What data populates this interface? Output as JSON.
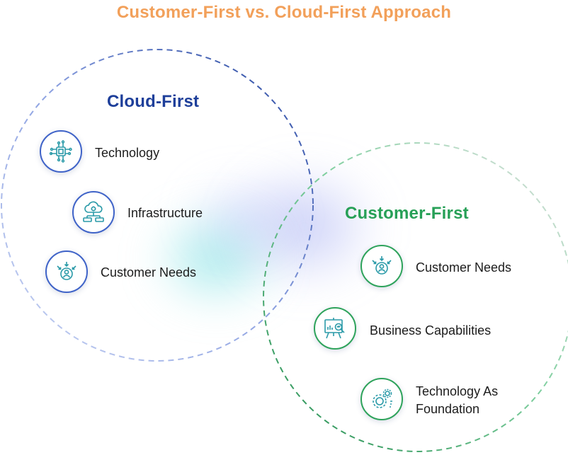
{
  "title": "Customer-First vs. Cloud-First Approach",
  "colors": {
    "title": "#f2a05a",
    "cloud_heading": "#1e3f9a",
    "customer_heading": "#27a057",
    "cloud_circle_stroke": "#3f63c8",
    "customer_circle_stroke": "#2ea35b",
    "icon_teal": "#2a9aa8"
  },
  "cloud_first": {
    "heading": "Cloud-First",
    "items": [
      {
        "label": "Technology",
        "icon": "circuit-chip-icon"
      },
      {
        "label": "Infrastructure",
        "icon": "cloud-server-icon"
      },
      {
        "label": "Customer Needs",
        "icon": "customer-target-icon"
      }
    ]
  },
  "customer_first": {
    "heading": "Customer-First",
    "items": [
      {
        "label": "Customer Needs",
        "icon": "customer-target-icon"
      },
      {
        "label": "Business Capabilities",
        "icon": "analytics-board-icon"
      },
      {
        "label": "Technology As Foundation",
        "icon": "gears-icon"
      }
    ]
  }
}
